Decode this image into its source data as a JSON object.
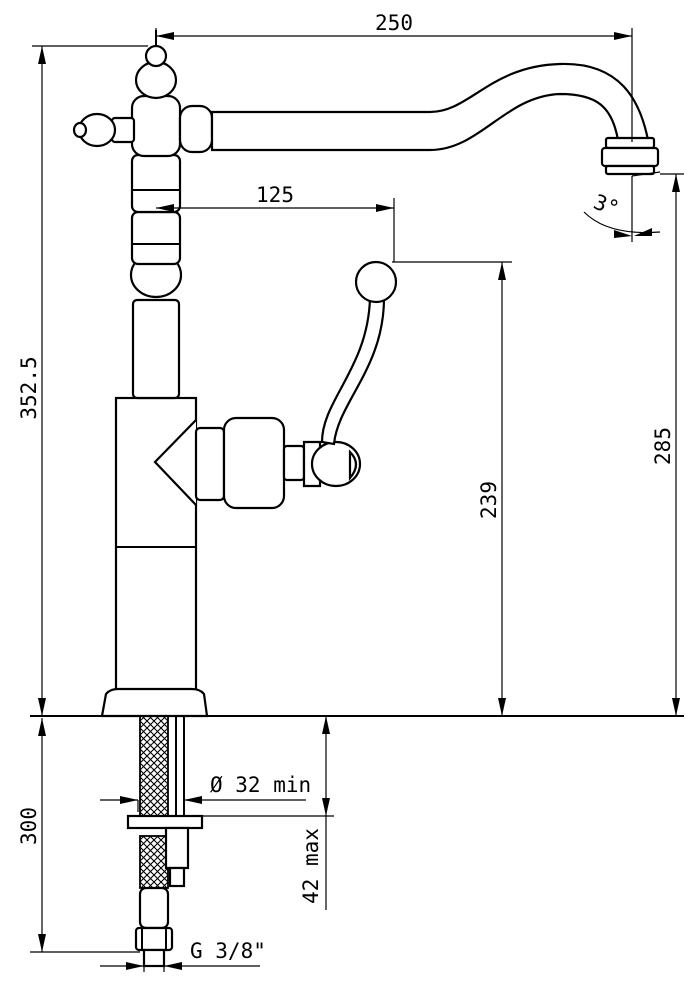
{
  "dimensions": {
    "spout_reach": "250",
    "lever_offset": "125",
    "total_height": "352.5",
    "spout_height": "285",
    "lever_height": "239",
    "hose_length": "300",
    "hole_diameter": "Ø 32 min",
    "deck_thickness": "42 max",
    "connection_thread": "G 3/8\"",
    "spout_angle": "3°"
  },
  "colors": {
    "line": "#000000",
    "background": "#ffffff"
  }
}
